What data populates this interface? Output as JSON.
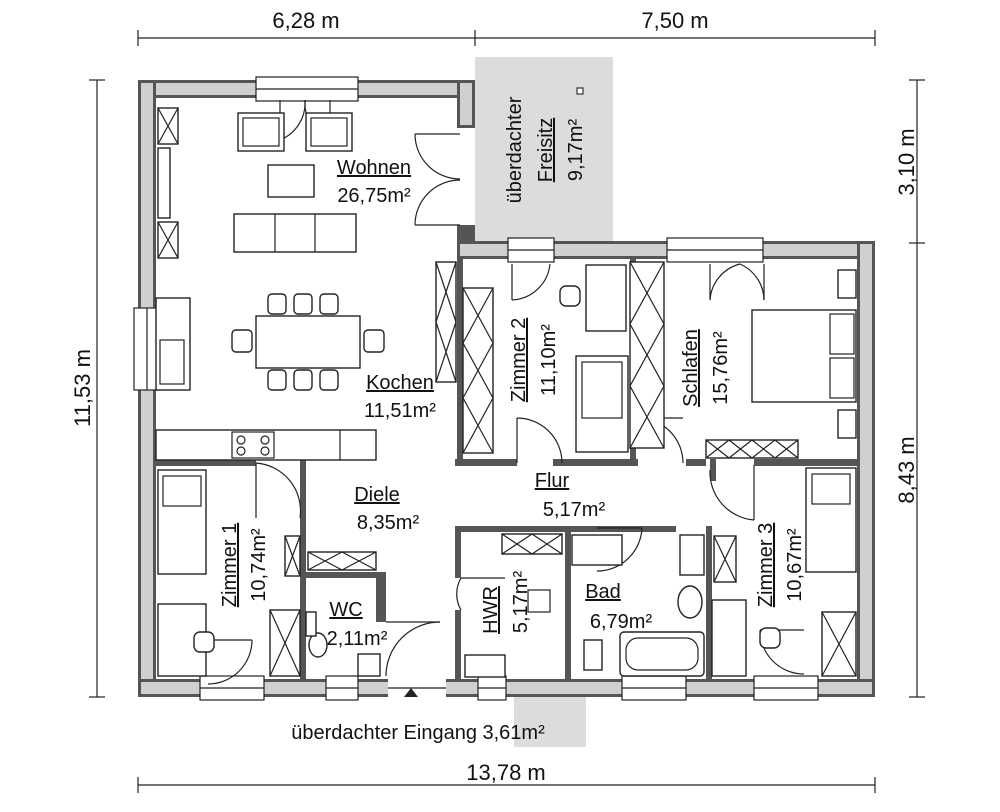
{
  "dimensions": {
    "top_left": "6,28 m",
    "top_right": "7,50 m",
    "left": "11,53 m",
    "right_top": "3,10 m",
    "right_bottom": "8,43 m",
    "bottom": "13,78 m"
  },
  "rooms": {
    "wohnen": {
      "name": "Wohnen",
      "area": "26,75m²"
    },
    "kochen": {
      "name": "Kochen",
      "area": "11,51m²"
    },
    "freisitz": {
      "name1": "überdachter",
      "name2": "Freisitz",
      "area": "9,17m²"
    },
    "zimmer2": {
      "name": "Zimmer 2",
      "area": "11,10m²"
    },
    "schlafen": {
      "name": "Schlafen",
      "area": "15,76m²"
    },
    "flur": {
      "name": "Flur",
      "area": "5,17m²"
    },
    "diele": {
      "name": "Diele",
      "area": "8,35m²"
    },
    "zimmer1": {
      "name": "Zimmer 1",
      "area": "10,74m²"
    },
    "wc": {
      "name": "WC",
      "area": "2,11m²"
    },
    "hwr": {
      "name": "HWR",
      "area": "5,17m²"
    },
    "bad": {
      "name": "Bad",
      "area": "6,79m²"
    },
    "zimmer3": {
      "name": "Zimmer 3",
      "area": "10,67m²"
    }
  },
  "entrance": "überdachter Eingang 3,61m²"
}
